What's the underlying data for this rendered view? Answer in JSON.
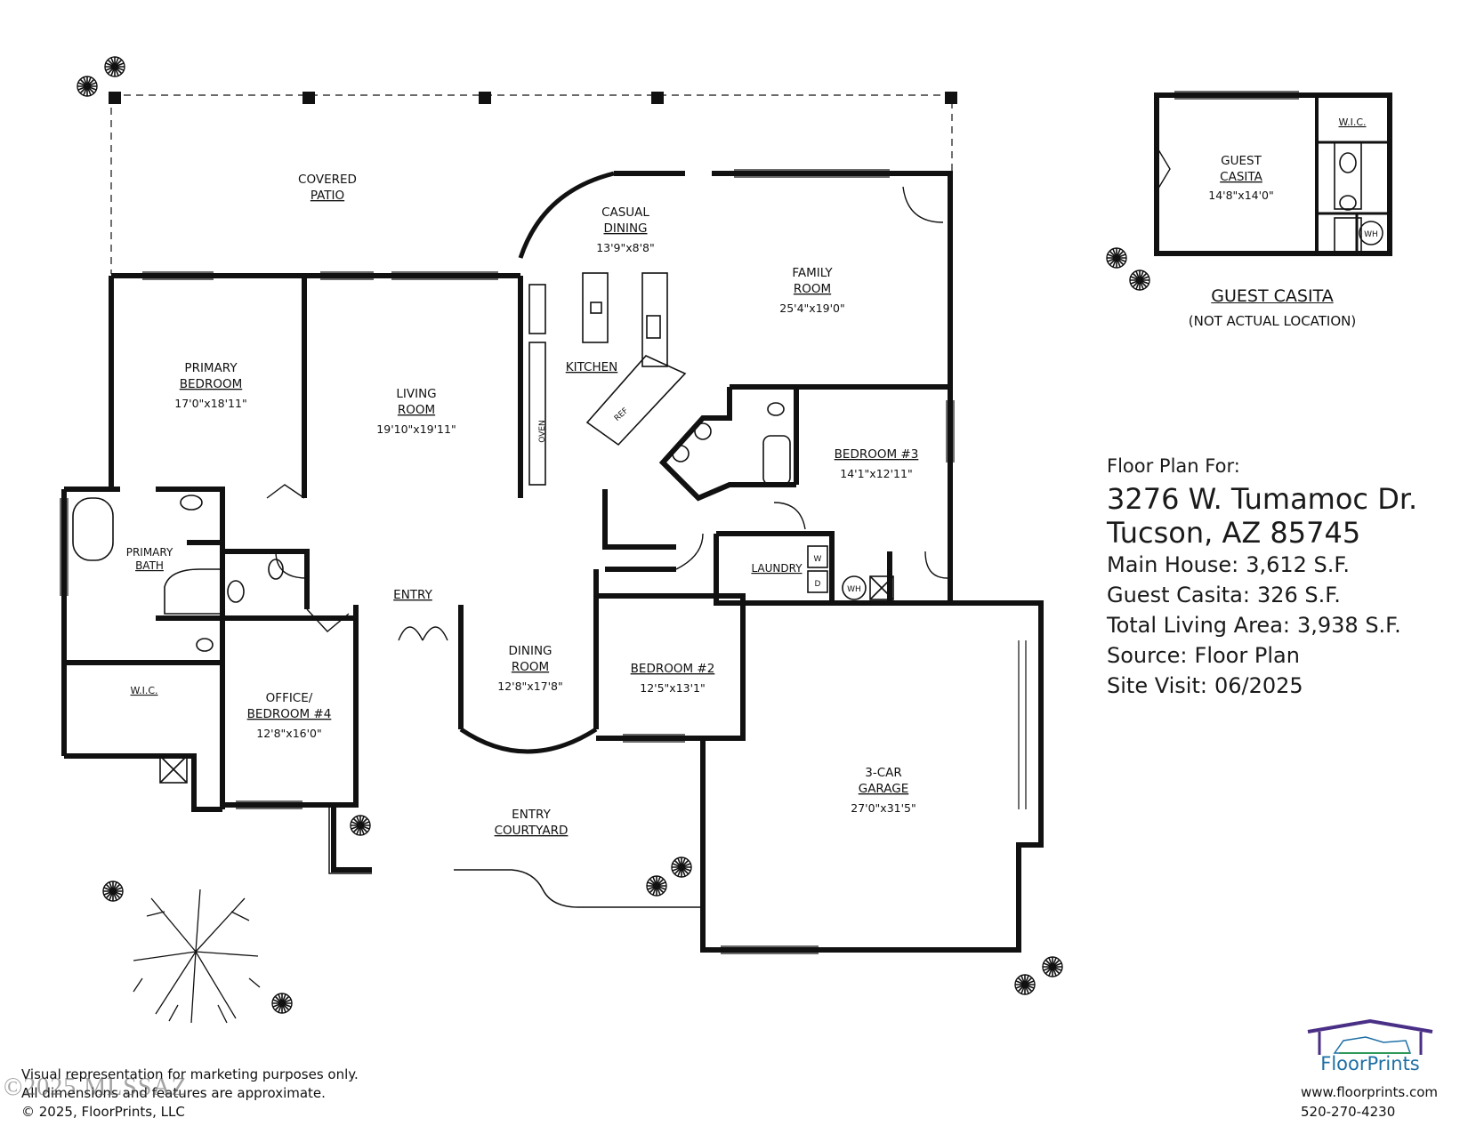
{
  "rooms": {
    "covered_patio": {
      "line1": "COVERED",
      "line2": "PATIO"
    },
    "casual_dining": {
      "line1": "CASUAL",
      "line2": "DINING",
      "dims": "13'9\"x8'8\""
    },
    "family_room": {
      "line1": "FAMILY",
      "line2": "ROOM",
      "dims": "25'4\"x19'0\""
    },
    "kitchen": {
      "line1": "KITCHEN"
    },
    "primary_bedroom": {
      "line1": "PRIMARY",
      "line2": "BEDROOM",
      "dims": "17'0\"x18'11\""
    },
    "living_room": {
      "line1": "LIVING",
      "line2": "ROOM",
      "dims": "19'10\"x19'11\""
    },
    "bedroom3": {
      "line1": "BEDROOM #3",
      "dims": "14'1\"x12'11\""
    },
    "primary_bath": {
      "line1": "PRIMARY",
      "line2": "BATH"
    },
    "entry": {
      "line1": "ENTRY"
    },
    "laundry": {
      "line1": "LAUNDRY"
    },
    "wic": {
      "line1": "W.I.C."
    },
    "office": {
      "line1": "OFFICE/",
      "line2": "BEDROOM #4",
      "dims": "12'8\"x16'0\""
    },
    "dining_room": {
      "line1": "DINING",
      "line2": "ROOM",
      "dims": "12'8\"x17'8\""
    },
    "bedroom2": {
      "line1": "BEDROOM #2",
      "dims": "12'5\"x13'1\""
    },
    "garage": {
      "line1": "3-CAR",
      "line2": "GARAGE",
      "dims": "27'0\"x31'5\""
    },
    "entry_courtyard": {
      "line1": "ENTRY",
      "line2": "COURTYARD"
    },
    "guest_casita": {
      "line1": "GUEST",
      "line2": "CASITA",
      "dims": "14'8\"x14'0\""
    },
    "casita_wic": {
      "line1": "W.I.C."
    }
  },
  "fixtures": {
    "ref": "REF",
    "oven": "OVEN",
    "washer": "W",
    "dryer": "D",
    "water_heater": "WH"
  },
  "casita": {
    "title": "GUEST CASITA",
    "note": "(NOT ACTUAL LOCATION)"
  },
  "info": {
    "lead": "Floor Plan For:",
    "address_line1": "3276 W. Tumamoc Dr.",
    "address_line2": "Tucson, AZ  85745",
    "main_house_label": "Main House:",
    "main_house_value": "3,612 S.F.",
    "guest_casita_label": "Guest Casita:",
    "guest_casita_value": "326 S.F.",
    "total_label": "Total Living Area:",
    "total_value": "3,938 S.F.",
    "source_label": "Source:",
    "source_value": "Floor Plan",
    "site_label": "Site Visit:",
    "site_value": "06/2025"
  },
  "disclaimer": {
    "line1": "Visual representation for marketing purposes only.",
    "line2": "All dimensions and features are approximate.",
    "line3": "© 2025, FloorPrints, LLC"
  },
  "watermark": "©2025 MLSSAZ",
  "brand": {
    "name_part1": "Floor",
    "name_part2": "Prints",
    "website": "www.floorprints.com",
    "phone": "520-270-4230",
    "roof_color": "#4a2f86",
    "text_color": "#1d6fa5",
    "accent_color": "#2f9a5a"
  }
}
